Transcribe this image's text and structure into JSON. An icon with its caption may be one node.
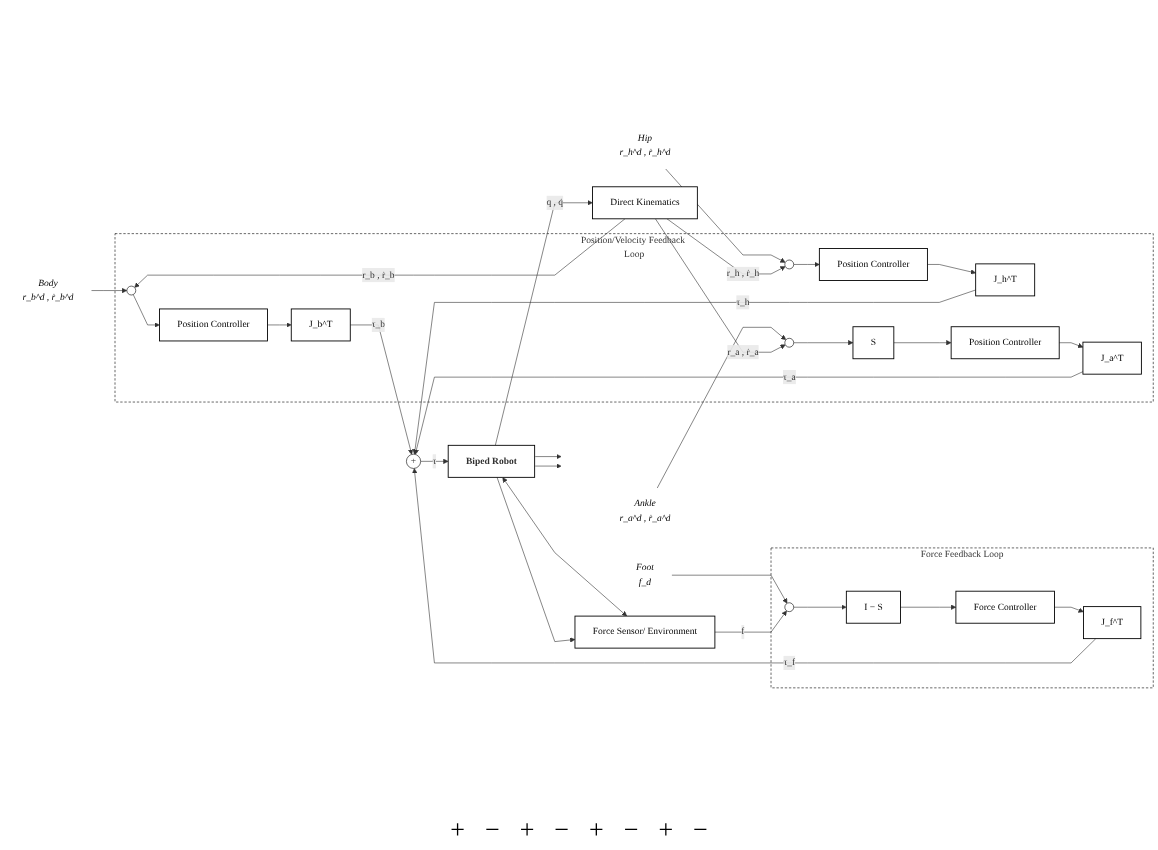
{
  "diagram": {
    "nodes": [
      {
        "text": [
          "Position/Velocity Feedback Loop"
        ]
      },
      {
        "text": [
          "Body",
          "r_b^d , ṙ_b^d"
        ]
      },
      {
        "text": [],
        "shape": "circle",
        "in": 0
      },
      {
        "text": [
          "Position Controller"
        ],
        "in": 0
      },
      {
        "text": [
          "J_b^T"
        ],
        "in": 0
      },
      {
        "text": [
          "Hip",
          "r_h^d , ṙ_h^d"
        ]
      },
      {
        "text": [],
        "shape": "circle",
        "in": 0
      },
      {
        "text": [
          "Position Controller"
        ],
        "in": 0
      },
      {
        "text": [
          "J_h^T"
        ],
        "in": 0
      },
      {
        "text": [
          "Ankle",
          "r_a^d , ṙ_a^d"
        ]
      },
      {
        "text": [],
        "shape": "circle",
        "in": 0
      },
      {
        "text": [
          "S"
        ],
        "in": 0
      },
      {
        "text": [
          "Position Controller"
        ],
        "in": 0
      },
      {
        "text": [
          "J_a^T"
        ],
        "in": 0
      },
      {
        "text": [
          "Force Feedback Loop"
        ]
      },
      {
        "text": [
          "Foot",
          "f_d"
        ]
      },
      {
        "text": [],
        "shape": "circle",
        "in": 14
      },
      {
        "text": [
          "I − S"
        ],
        "in": 14
      },
      {
        "text": [
          "Force Controller"
        ],
        "in": 14
      },
      {
        "text": [
          "J_f^T"
        ],
        "in": 14
      },
      {
        "text": [
          "+"
        ]
      },
      {
        "text": [
          "Direct Kinematics"
        ]
      },
      {
        "text": [
          "Biped Robot"
        ]
      },
      {
        "text": [
          "Force Sensor/ Environment"
        ]
      }
    ],
    "edges": [
      {
        "from": 1,
        "to": 2,
        "arrow": "to"
      },
      {
        "from": 2,
        "to": 3,
        "arrow": "to"
      },
      {
        "from": 3,
        "to": 4,
        "arrow": "to"
      },
      {
        "from": 4,
        "to": 20,
        "arrow": "to",
        "label": "τ_b"
      },
      {
        "from": 21,
        "to": 2,
        "arrow": "to",
        "label": "r_b , ṙ_b"
      },
      {
        "from": 5,
        "to": 6,
        "arrow": "to"
      },
      {
        "from": 6,
        "to": 7,
        "arrow": "to"
      },
      {
        "from": 7,
        "to": 8,
        "arrow": "to"
      },
      {
        "from": 8,
        "to": 20,
        "arrow": "to",
        "label": "τ_h"
      },
      {
        "from": 21,
        "to": 6,
        "arrow": "to",
        "label": "r_h , ṙ_h"
      },
      {
        "from": 9,
        "to": 10,
        "arrow": "to"
      },
      {
        "from": 10,
        "to": 11,
        "arrow": "to"
      },
      {
        "from": 11,
        "to": 12,
        "arrow": "to"
      },
      {
        "from": 12,
        "to": 13,
        "arrow": "to"
      },
      {
        "from": 13,
        "to": 20,
        "arrow": "to",
        "label": "τ_a"
      },
      {
        "from": 21,
        "to": 10,
        "arrow": "to",
        "label": "r_a , ṙ_a"
      },
      {
        "from": 15,
        "to": 16,
        "arrow": "to"
      },
      {
        "from": 16,
        "to": 17,
        "arrow": "to"
      },
      {
        "from": 17,
        "to": 18,
        "arrow": "to"
      },
      {
        "from": 18,
        "to": 19,
        "arrow": "to"
      },
      {
        "from": 19,
        "to": 20,
        "arrow": "to",
        "label": "τ_f"
      },
      {
        "from": 23,
        "to": 16,
        "arrow": "to",
        "label": "f"
      },
      {
        "from": 20,
        "to": 22,
        "arrow": "to",
        "label": "τ"
      },
      {
        "from": 22,
        "to": 23,
        "arrow": "both"
      },
      {
        "from": 22,
        "to": null,
        "arrow": "to"
      },
      {
        "from": 22,
        "to": null,
        "arrow": "to"
      },
      {
        "from": 22,
        "to": 21,
        "arrow": "to",
        "label": "q , q̇"
      },
      {
        "from": 22,
        "to": 23,
        "arrow": "to"
      }
    ],
    "labels": [
      "+",
      "−",
      "+",
      "−",
      "+",
      "−",
      "+",
      "−"
    ]
  }
}
